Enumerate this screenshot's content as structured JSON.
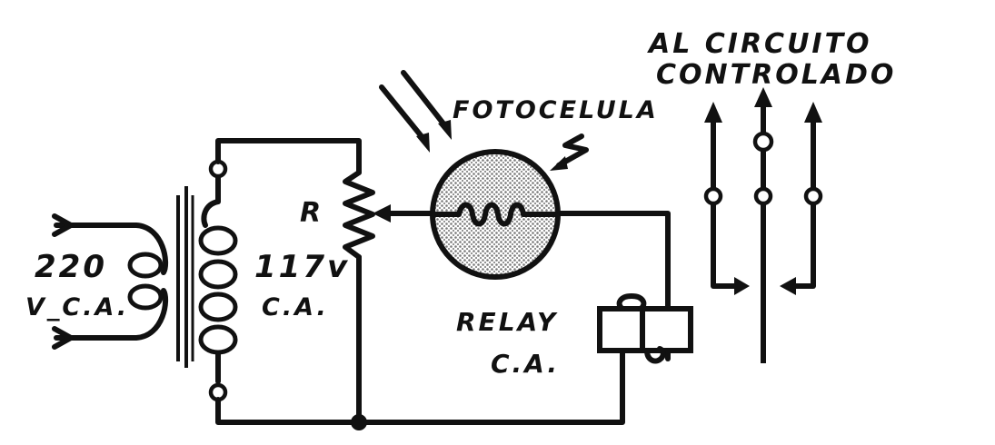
{
  "labels": {
    "input_voltage": "220",
    "input_type": "V_C.A.",
    "secondary_voltage": "117v",
    "secondary_type": "C.A.",
    "resistor": "R",
    "photocell": "FOTOCELULA",
    "relay": "RELAY",
    "relay_type": "C.A.",
    "output_line1": "AL CIRCUITO",
    "output_line2": "CONTROLADO"
  },
  "colors": {
    "ink": "#111111",
    "paper": "#ffffff",
    "photocell_fill": "#9a9a9a"
  }
}
